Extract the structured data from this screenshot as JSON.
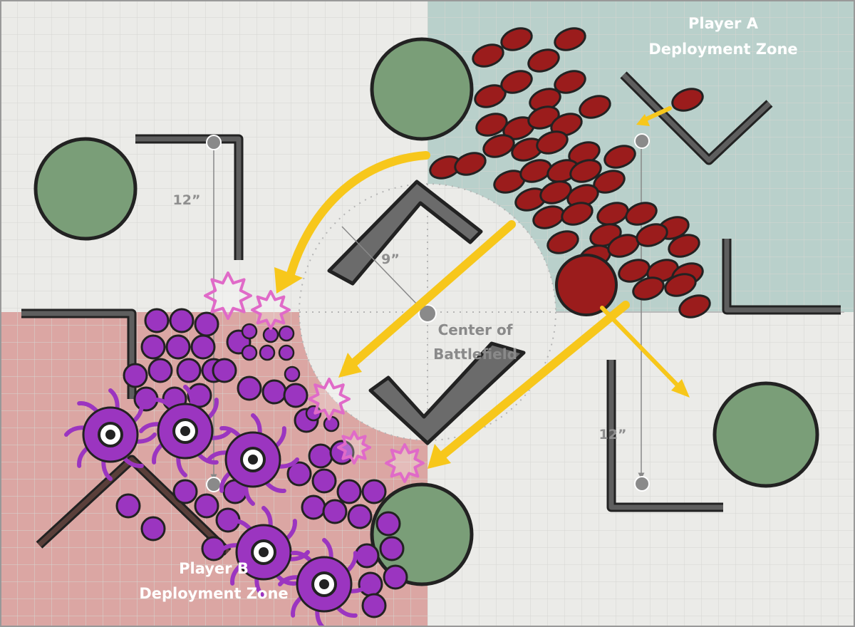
{
  "zones": {
    "player_a": {
      "line1": "Player A",
      "line2": "Deployment Zone",
      "color": "#b9d0cb"
    },
    "player_b": {
      "line1": "Player B",
      "line2": "Deployment Zone",
      "color": "#dba6a3"
    }
  },
  "center": {
    "line1": "Center of",
    "line2": "Battlefield"
  },
  "measurements": {
    "left_vertical": "12”",
    "right_vertical": "12”",
    "diagonal": "9”"
  },
  "colors": {
    "background": "#ebebe8",
    "arrow": "#f7c71b",
    "player_a_units": "#9b1c1c",
    "player_b_units": "#9b35c0",
    "impact": "#e06ac8",
    "terrain_wall": "#5e5e5e",
    "tree": "#7a9e78"
  }
}
